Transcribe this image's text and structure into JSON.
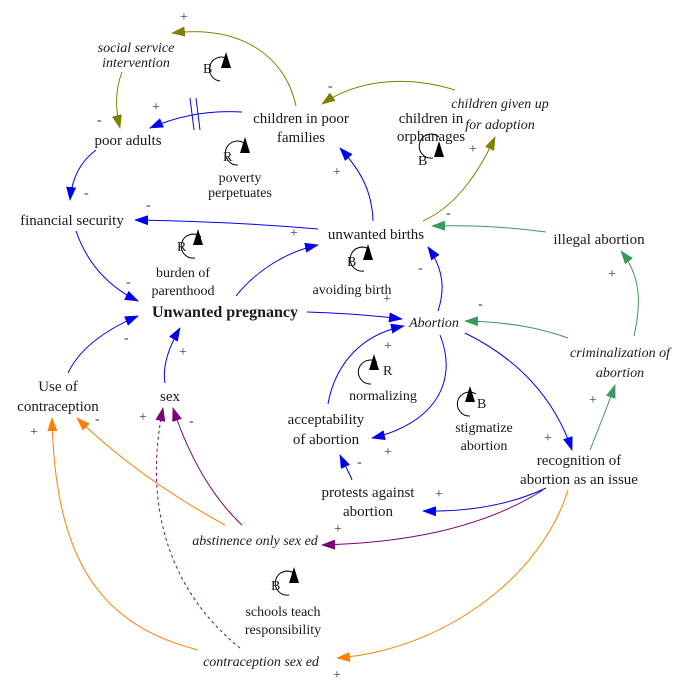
{
  "colors": {
    "blue": "#0000ee",
    "olive": "#808000",
    "green": "#3a9a5c",
    "orange": "#ff8000",
    "purple": "#7a007a",
    "black": "#000000"
  },
  "nodes": {
    "social_service": [
      "social service",
      "intervention"
    ],
    "children_poor": [
      "children in poor",
      "families"
    ],
    "children_orphan": [
      "children in",
      "orphanages"
    ],
    "children_adoption": [
      "children given up",
      "for adoption"
    ],
    "poor_adults": "poor adults",
    "financial_security": "financial security",
    "unwanted_births": "unwanted births",
    "illegal_abortion": "illegal abortion",
    "unwanted_pregnancy": "Unwanted pregnancy",
    "abortion": "Abortion",
    "criminalization": [
      "criminalization of",
      "abortion"
    ],
    "use_contraception": [
      "Use of",
      "contraception"
    ],
    "sex": "sex",
    "acceptability": [
      "acceptability",
      "of abortion"
    ],
    "recognition": [
      "recognition of",
      "abortion as an issue"
    ],
    "protests": [
      "protests against",
      "abortion"
    ],
    "abstinence": "abstinence only sex ed",
    "contraception_ed": "contraception sex ed"
  },
  "loops": [
    {
      "type": "B",
      "name": []
    },
    {
      "type": "R",
      "name": [
        "poverty",
        "perpetuates"
      ]
    },
    {
      "type": "B",
      "name": []
    },
    {
      "type": "R",
      "name": [
        "burden of",
        "parenthood"
      ]
    },
    {
      "type": "B",
      "name": [
        "avoiding birth"
      ]
    },
    {
      "type": "R",
      "name": [
        "normalizing"
      ]
    },
    {
      "type": "B",
      "name": [
        "stigmatize",
        "abortion"
      ]
    },
    {
      "type": "B",
      "name": [
        "schools teach",
        "responsibility"
      ]
    }
  ],
  "links": [
    {
      "from": "children in poor families",
      "to": "social service intervention",
      "polarity": "+",
      "color": "olive"
    },
    {
      "from": "social service intervention",
      "to": "poor adults",
      "polarity": "-",
      "color": "olive"
    },
    {
      "from": "children in poor families",
      "to": "poor adults",
      "polarity": "+",
      "color": "blue",
      "delay": true
    },
    {
      "from": "children given up for adoption",
      "to": "children in poor families",
      "polarity": "-",
      "color": "olive"
    },
    {
      "from": "unwanted births",
      "to": "children given up for adoption",
      "polarity": "+",
      "color": "olive"
    },
    {
      "from": "unwanted births",
      "to": "children in poor families",
      "polarity": "+",
      "color": "blue"
    },
    {
      "from": "poor adults",
      "to": "financial security",
      "polarity": "-",
      "color": "blue"
    },
    {
      "from": "unwanted births",
      "to": "financial security",
      "polarity": "-",
      "color": "blue"
    },
    {
      "from": "financial security",
      "to": "Unwanted pregnancy",
      "polarity": "-",
      "color": "blue"
    },
    {
      "from": "Unwanted pregnancy",
      "to": "unwanted births",
      "polarity": "+",
      "color": "blue"
    },
    {
      "from": "illegal abortion",
      "to": "unwanted births",
      "polarity": "-",
      "color": "green"
    },
    {
      "from": "Abortion",
      "to": "unwanted births",
      "polarity": "-",
      "color": "blue"
    },
    {
      "from": "Unwanted pregnancy",
      "to": "Abortion",
      "polarity": "+",
      "color": "blue"
    },
    {
      "from": "criminalization of abortion",
      "to": "Abortion",
      "polarity": "-",
      "color": "green"
    },
    {
      "from": "criminalization of abortion",
      "to": "illegal abortion",
      "polarity": "+",
      "color": "green"
    },
    {
      "from": "acceptability of abortion",
      "to": "Abortion",
      "polarity": "+",
      "color": "blue"
    },
    {
      "from": "Abortion",
      "to": "acceptability of abortion",
      "polarity": "+",
      "color": "blue"
    },
    {
      "from": "Abortion",
      "to": "recognition of abortion as an issue",
      "polarity": "+",
      "color": "blue"
    },
    {
      "from": "recognition of abortion as an issue",
      "to": "criminalization of abortion",
      "polarity": "+",
      "color": "green"
    },
    {
      "from": "protests against abortion",
      "to": "acceptability of abortion",
      "polarity": "-",
      "color": "blue"
    },
    {
      "from": "recognition of abortion as an issue",
      "to": "protests against abortion",
      "polarity": "+",
      "color": "blue"
    },
    {
      "from": "recognition of abortion as an issue",
      "to": "abstinence only sex ed",
      "polarity": "+",
      "color": "purple"
    },
    {
      "from": "recognition of abortion as an issue",
      "to": "contraception sex ed",
      "polarity": "+",
      "color": "orange"
    },
    {
      "from": "Use of contraception",
      "to": "Unwanted pregnancy",
      "polarity": "-",
      "color": "blue"
    },
    {
      "from": "sex",
      "to": "Unwanted pregnancy",
      "polarity": "+",
      "color": "blue"
    },
    {
      "from": "abstinence only sex ed",
      "to": "sex",
      "polarity": "-",
      "color": "purple"
    },
    {
      "from": "contraception sex ed",
      "to": "sex",
      "polarity": "+",
      "color": "purple",
      "dashed": true
    },
    {
      "from": "abstinence only sex ed",
      "to": "Use of contraception",
      "polarity": "-",
      "color": "orange"
    },
    {
      "from": "contraception sex ed",
      "to": "Use of contraception",
      "polarity": "+",
      "color": "orange"
    }
  ]
}
